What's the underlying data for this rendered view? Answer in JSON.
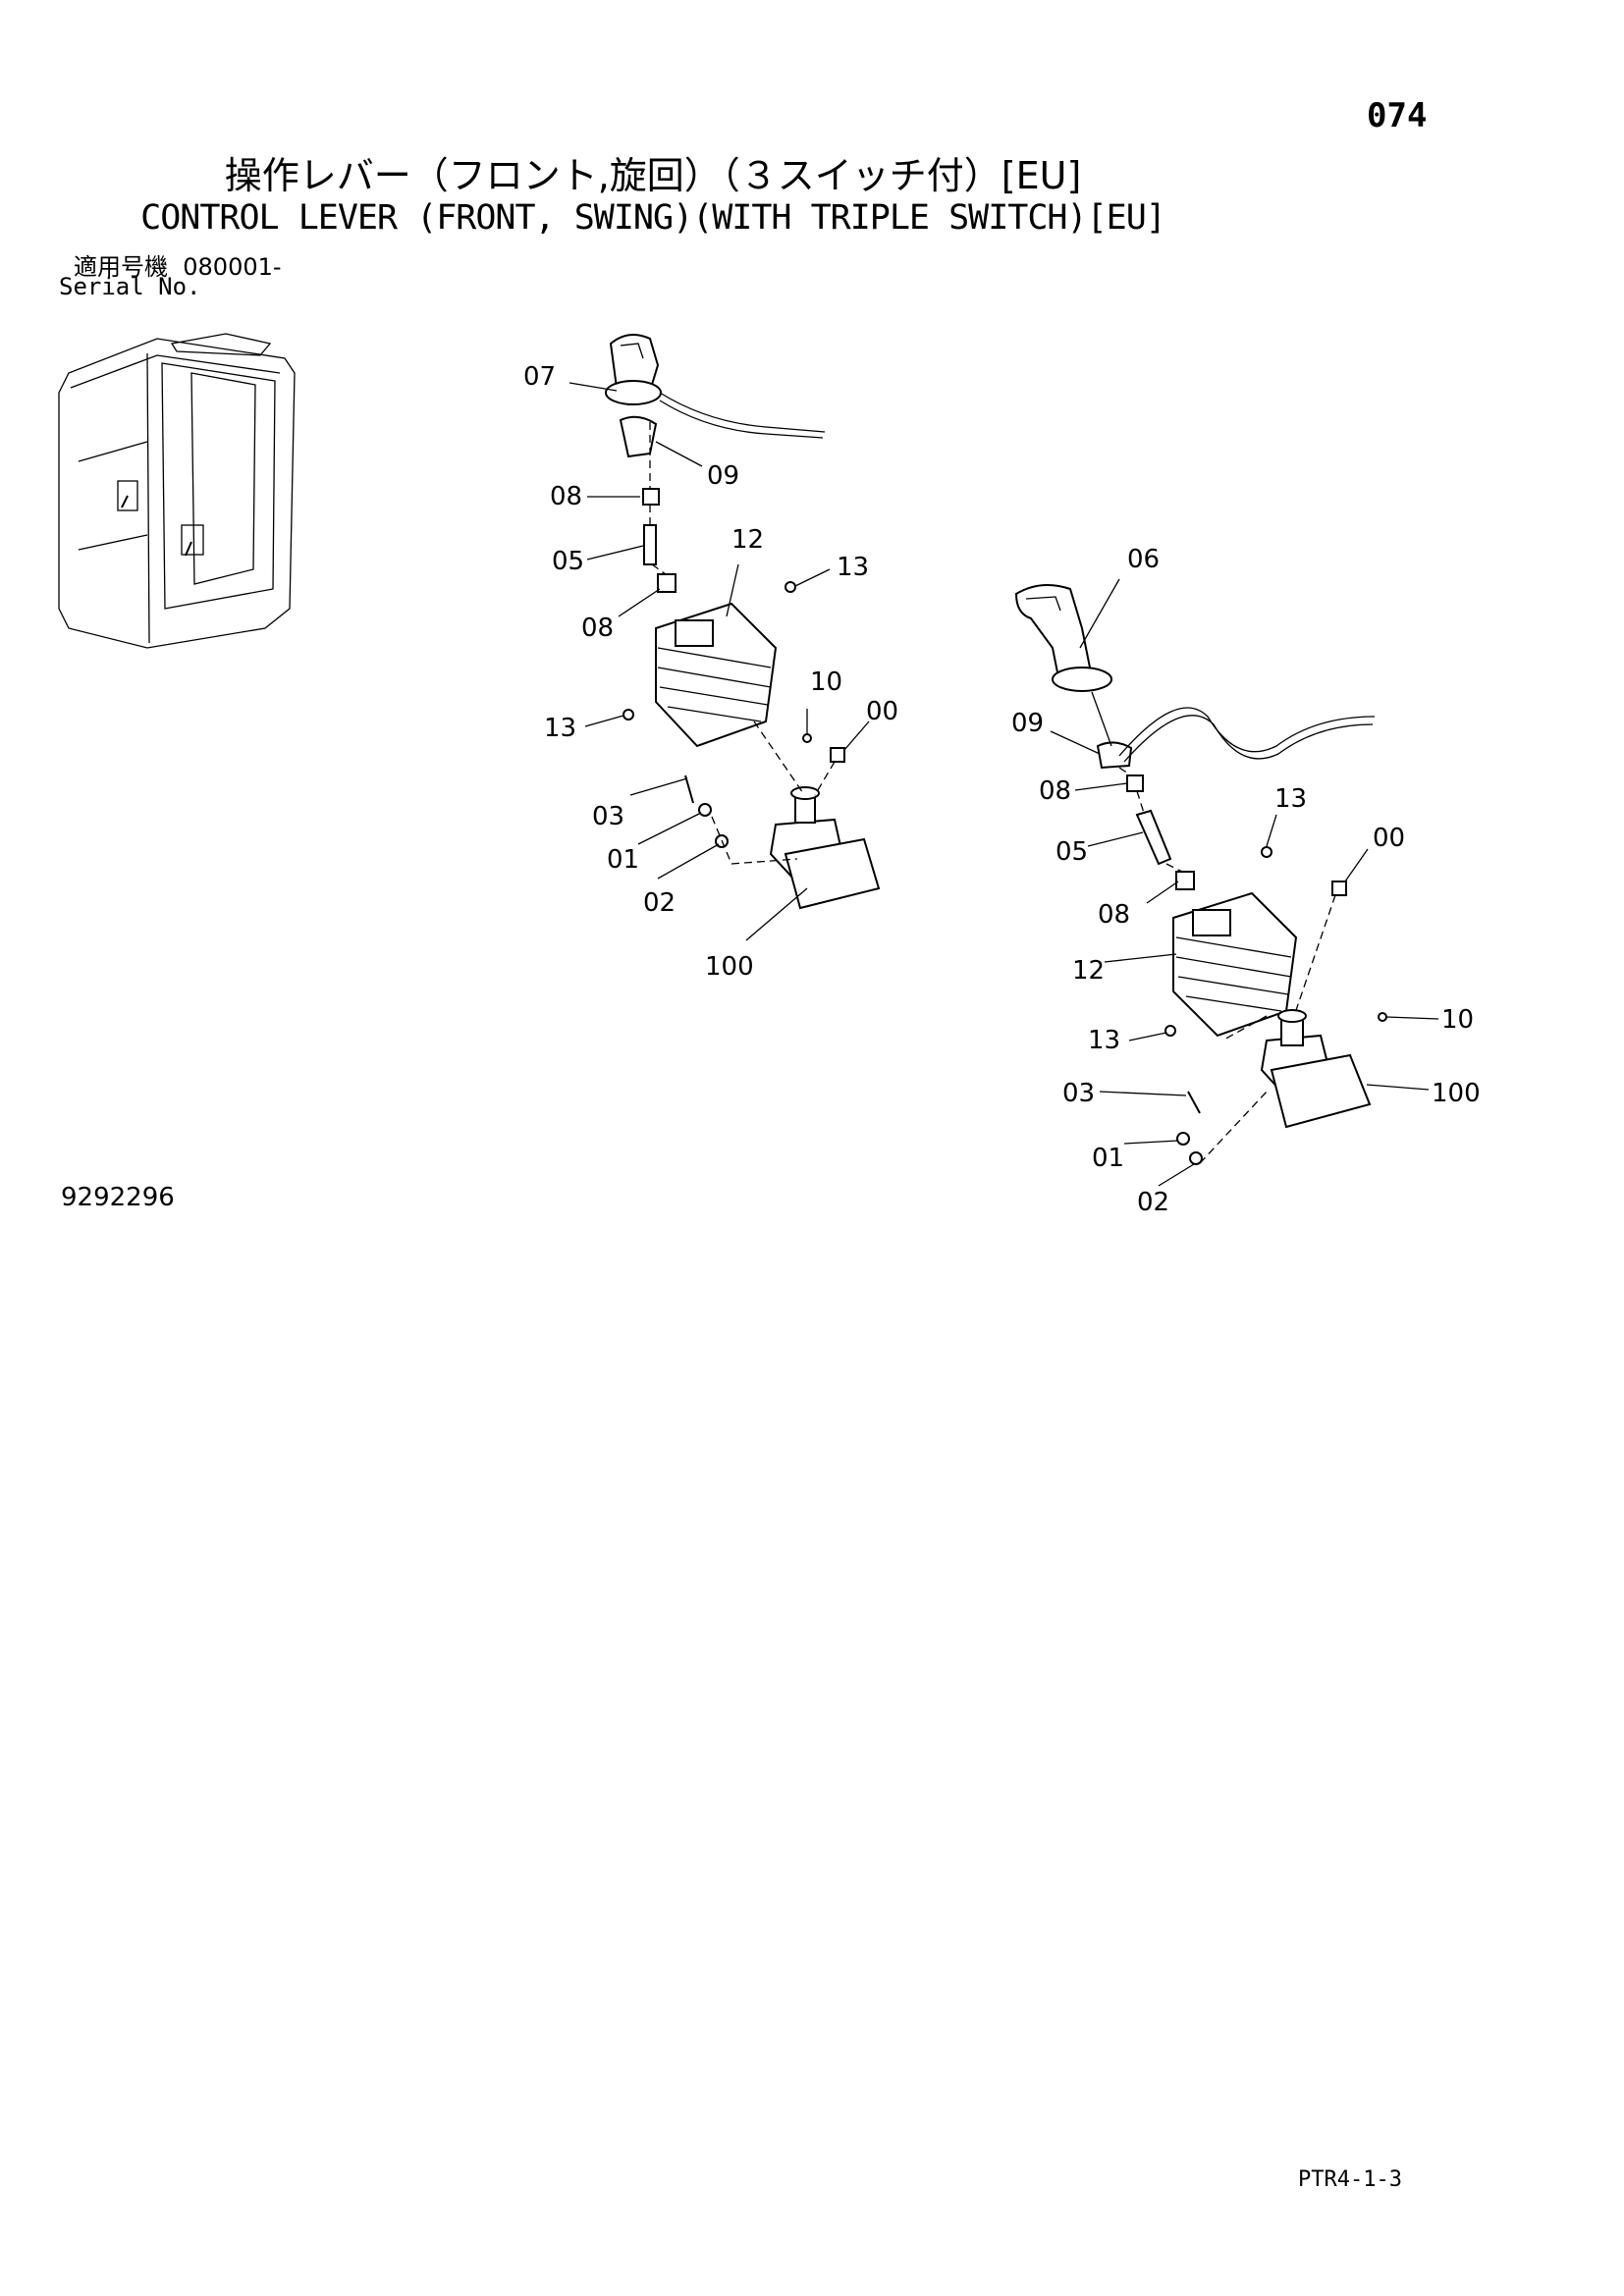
{
  "header": {
    "page_number": "074",
    "title_jp": "操作レバー（フロント,旋回）（３スイッチ付）[EU]",
    "title_en": "CONTROL LEVER (FRONT, SWING)(WITH TRIPLE SWITCH)[EU]",
    "serial_label_jp": "適用号機",
    "serial_value": "080001-",
    "serial_label_en": "Serial No."
  },
  "footer": {
    "drawing_number": "9292296",
    "sheet_code": "PTR4-1-3"
  },
  "diagram": {
    "left_assembly": {
      "callouts": [
        "07",
        "09",
        "08",
        "05",
        "12",
        "13",
        "08",
        "13",
        "10",
        "00",
        "03",
        "01",
        "02",
        "100"
      ]
    },
    "right_assembly": {
      "callouts": [
        "06",
        "09",
        "08",
        "05",
        "13",
        "00",
        "08",
        "12",
        "13",
        "10",
        "03",
        "100",
        "01",
        "02"
      ]
    }
  }
}
